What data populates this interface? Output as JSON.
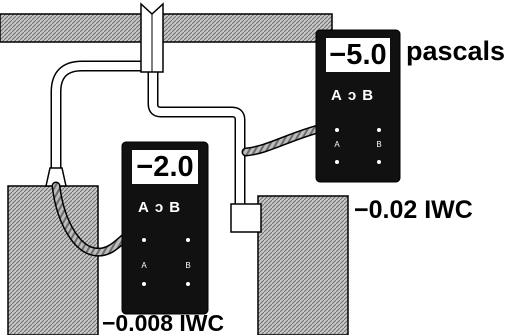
{
  "gauges": [
    {
      "name": "upper-gauge",
      "reading": "−5.0",
      "port_a": "A",
      "port_b": "B",
      "unit_label": "pascals"
    },
    {
      "name": "lower-gauge",
      "reading": "−2.0",
      "port_a": "A",
      "port_b": "B"
    }
  ],
  "labels": {
    "right_box_pressure": "−0.02 IWC",
    "left_box_pressure": "−0.008 IWC"
  },
  "colors": {
    "hatch": "#9a9a9a",
    "gauge_body": "#111111",
    "tube_fill": "#ffffff"
  }
}
